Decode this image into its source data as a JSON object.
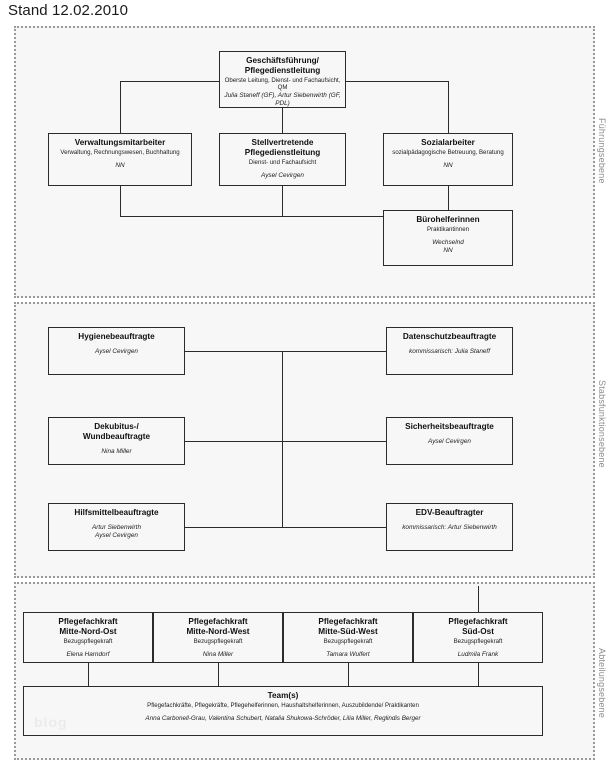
{
  "header": {
    "date_label": "Stand 12.02.2010"
  },
  "watermark": {
    "text": "blog"
  },
  "bands": {
    "fuehrung": {
      "label": "Führungsebene"
    },
    "stabs": {
      "label": "Stabsfunktionsebene"
    },
    "abteilung": {
      "label": "Abteilungsebene"
    }
  },
  "boxes": {
    "gf": {
      "title_line1": "Geschäftsführung/",
      "title_line2": "Pflegedienstleitung",
      "subtitle": "Oberste Leitung, Dienst- und Fachaufsicht, QM",
      "names": "Julia Staneff (GF), Artur Siebenwirth (GF, PDL)"
    },
    "verwaltung": {
      "title_line1": "Verwaltungsmitarbeiter",
      "title_line2": "",
      "subtitle": "Verwaltung, Rechnungswesen, Buchhaltung",
      "names": "NN"
    },
    "stellvertretende": {
      "title_line1": "Stellvertretende",
      "title_line2": "Pflegedienstleitung",
      "subtitle": "Dienst- und Fachaufsicht",
      "names": "Aysel Cevirgen"
    },
    "sozialarbeiter": {
      "title_line1": "Sozialarbeiter",
      "title_line2": "",
      "subtitle": "sozialpädagogische Betreuung, Beratung",
      "names": "NN"
    },
    "buerohelferinnen": {
      "title_line1": "Bürohelferinnen",
      "title_line2": "",
      "subtitle": "Praktikantinnen",
      "names": "Wechselnd",
      "names2": "NN"
    },
    "hygiene": {
      "title_line1": "Hygienebeauftragte",
      "title_line2": "",
      "subtitle": "",
      "names": "Aysel Cevirgen"
    },
    "datenschutz": {
      "title_line1": "Datenschutzbeauftragte",
      "title_line2": "",
      "subtitle": "",
      "names": "kommissarisch: Julia Staneff"
    },
    "dekubitus": {
      "title_line1": "Dekubitus-/",
      "title_line2": "Wundbeauftragte",
      "subtitle": "",
      "names": "Nina Miller"
    },
    "sicherheit": {
      "title_line1": "Sicherheitsbeauftragte",
      "title_line2": "",
      "subtitle": "",
      "names": "Aysel Cevirgen"
    },
    "hilfsmittel": {
      "title_line1": "Hilfsmittelbeauftragte",
      "title_line2": "",
      "subtitle": "",
      "names": "Artur Siebenwirth",
      "names2": "Aysel Cevirgen"
    },
    "edv": {
      "title_line1": "EDV-Beauftragter",
      "title_line2": "",
      "subtitle": "",
      "names": "kommissarisch: Artur Siebenwirth"
    },
    "pflegefachkraft_1": {
      "title_line1": "Pflegefachkraft",
      "title_line2": "Mitte-Nord-Ost",
      "subtitle": "Bezugspflegekraft",
      "names": "Elena Harndorf"
    },
    "pflegefachkraft_2": {
      "title_line1": "Pflegefachkraft",
      "title_line2": "Mitte-Nord-West",
      "subtitle": "Bezugspflegekraft",
      "names": "Nina Miller"
    },
    "pflegefachkraft_3": {
      "title_line1": "Pflegefachkraft",
      "title_line2": "Mitte-Süd-West",
      "subtitle": "Bezugspflegekraft",
      "names": "Tamara Wulfert"
    },
    "pflegefachkraft_4": {
      "title_line1": "Pflegefachkraft",
      "title_line2": "Süd-Ost",
      "subtitle": "Bezugspflegekraft",
      "names": "Ludmila Frank"
    },
    "teams": {
      "title_line1": "Team(s)",
      "title_line2": "",
      "subtitle": "Pflegefachkräfte, Pflegekräfte, Pflegehelferinnen, Haushaltshelferinnen, Auszubildende/ Praktikanten",
      "names": "Anna Carbonell-Grau, Valentina Schubert, Natalia Shukowa-Schröder, Lilia Miller, Reglindis Berger"
    }
  }
}
